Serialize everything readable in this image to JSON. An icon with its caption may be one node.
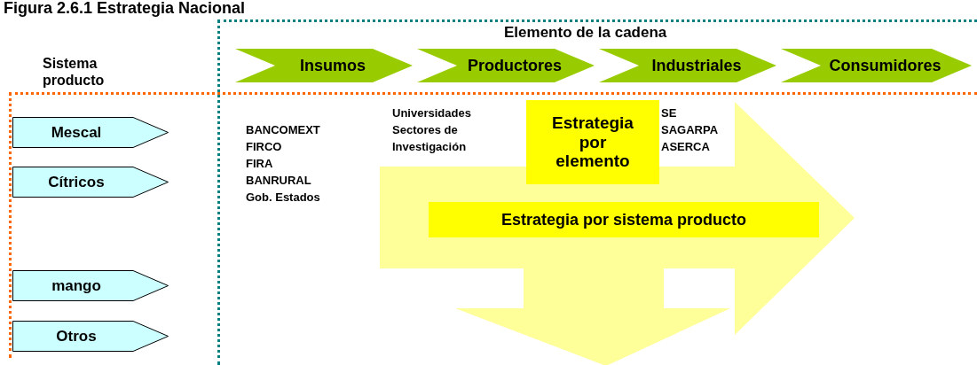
{
  "diagram": {
    "title": "Figura 2.6.1 Estrategia Nacional",
    "nodes": [
      {
        "text": [
          "Elemento de la cadena"
        ]
      },
      {
        "text": [
          "Insumos"
        ],
        "in": 0
      },
      {
        "text": [
          "Productores"
        ],
        "in": 0
      },
      {
        "text": [
          "Industriales"
        ],
        "in": 0
      },
      {
        "text": [
          "Consumidores"
        ],
        "in": 0
      },
      {
        "text": [
          "Mescal"
        ]
      },
      {
        "text": [
          "Cítricos"
        ]
      },
      {
        "text": [
          "mango"
        ]
      },
      {
        "text": [
          "Otros"
        ]
      },
      {
        "text": [],
        "shape": "arrow",
        "in": 0
      },
      {
        "text": [
          "Estrategia por elemento"
        ],
        "in": 0
      },
      {
        "text": [
          "Estrategia por sistema producto"
        ],
        "in": 9
      }
    ],
    "edges": [],
    "labels": [
      "Sistema producto",
      "Universidades",
      "Sectores de",
      "Investigación",
      "SE",
      "SAGARPA",
      "ASERCA",
      "BANCOMEXT",
      "FIRCO",
      "FIRA",
      "BANRURAL",
      "Gob. Estados"
    ]
  }
}
